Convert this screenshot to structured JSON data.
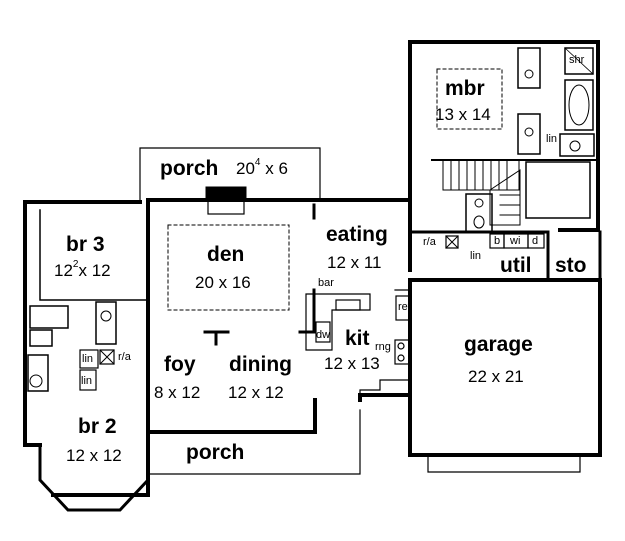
{
  "rooms": {
    "mbr": {
      "name": "mbr",
      "dims": "13 x 14"
    },
    "porch_top": {
      "name": "porch",
      "dim_w": "20",
      "dim_w_sup": "4",
      "dim_rest": "x 6"
    },
    "br3": {
      "name": "br 3",
      "dim_w": "12",
      "dim_w_sup": "2",
      "dim_rest": "x 12"
    },
    "den": {
      "name": "den",
      "dims": "20 x 16"
    },
    "eating": {
      "name": "eating",
      "dims": "12 x 11"
    },
    "util": {
      "name": "util"
    },
    "sto": {
      "name": "sto"
    },
    "kit": {
      "name": "kit",
      "dims": "12 x 13"
    },
    "garage": {
      "name": "garage",
      "dims": "22 x 21"
    },
    "foy": {
      "name": "foy",
      "dims": "8 x 12"
    },
    "dining": {
      "name": "dining",
      "dims": "12 x 12"
    },
    "br2": {
      "name": "br 2",
      "dims": "12 x 12"
    },
    "porch_bottom": {
      "name": "porch"
    }
  },
  "fixtures": {
    "shr": "shr",
    "lin_mbr": "lin",
    "ra_right": "r/a",
    "b": "b",
    "wi": "wi",
    "d": "d",
    "lin_util": "lin",
    "bar": "bar",
    "dw": "dw",
    "rng": "rng",
    "ref": "ref",
    "lin_a": "lin",
    "lin_b": "lin",
    "ra_left": "r/a"
  }
}
